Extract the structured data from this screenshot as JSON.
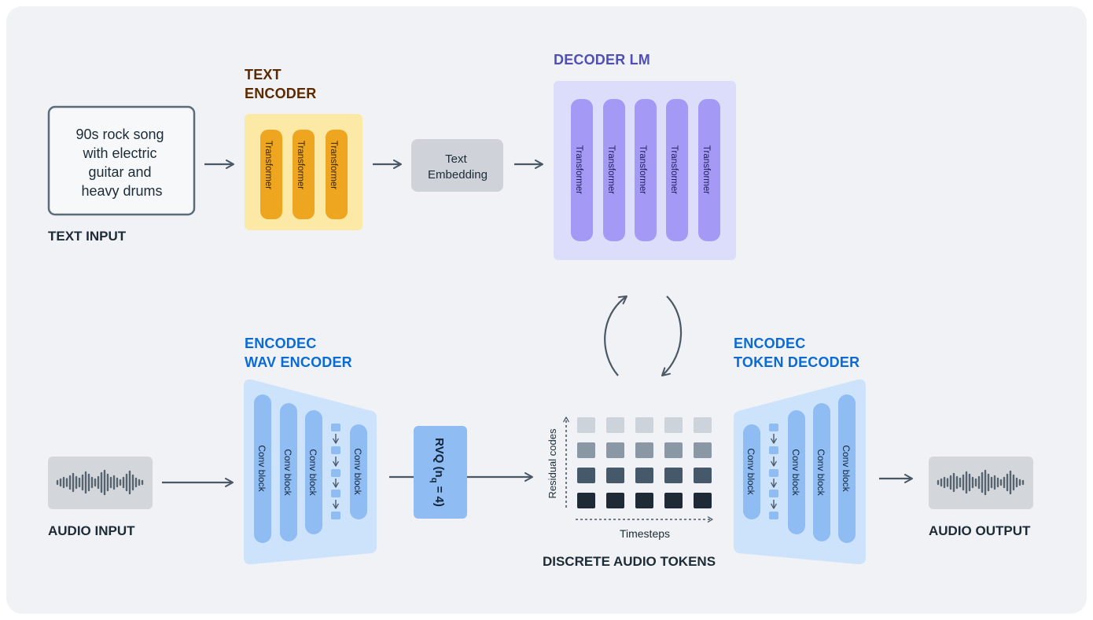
{
  "text_input": {
    "lines": [
      "90s rock song",
      "with electric",
      "guitar and",
      "heavy drums"
    ],
    "label": "TEXT INPUT"
  },
  "text_encoder": {
    "title_lines": [
      "TEXT",
      "ENCODER"
    ],
    "blocks": [
      "Transformer",
      "Transformer",
      "Transformer"
    ]
  },
  "text_embedding": {
    "lines": [
      "Text",
      "Embedding"
    ]
  },
  "decoder_lm": {
    "title": "DECODER LM",
    "blocks": [
      "Transformer",
      "Transformer",
      "Transformer",
      "Transformer",
      "Transformer"
    ]
  },
  "wav_encoder": {
    "title_lines": [
      "ENCODEC",
      "WAV ENCODER"
    ],
    "blocks": [
      "Conv block",
      "Conv block",
      "Conv block",
      "Conv block"
    ]
  },
  "rvq": {
    "label_main": "RVQ (n",
    "label_sub": "q",
    "label_tail": " = 4)"
  },
  "tokens": {
    "title": "DISCRETE AUDIO TOKENS",
    "y_axis": "Residual codes",
    "x_axis": "Timesteps",
    "rows": 4,
    "cols": 5,
    "row_colors": [
      "#cdd3da",
      "#8a98a5",
      "#46596a",
      "#1e2a35"
    ]
  },
  "token_decoder": {
    "title_lines": [
      "ENCODEC",
      "TOKEN DECODER"
    ],
    "blocks": [
      "Conv block",
      "Conv block",
      "Conv block",
      "Conv block"
    ]
  },
  "audio_input": {
    "label": "AUDIO INPUT"
  },
  "audio_output": {
    "label": "AUDIO OUTPUT"
  },
  "colors": {
    "dark_text": "#1c2b36",
    "text_encoder_title": "#5c2a00",
    "blue_title": "#0a6ad6",
    "purple_title": "#4f4fb5"
  }
}
